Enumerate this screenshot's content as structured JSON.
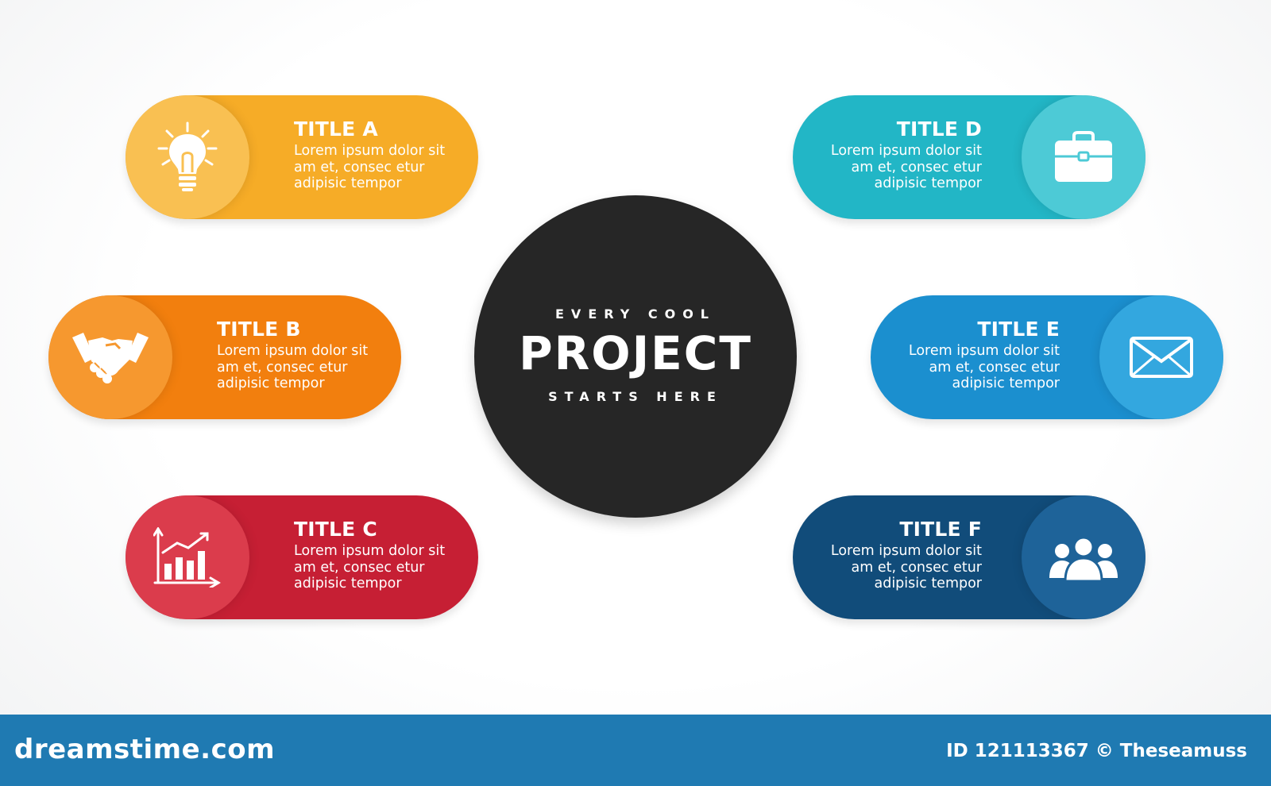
{
  "colors": {
    "a_main": "#f6ac27",
    "a_cap": "#f9c052",
    "b_main": "#f27f0e",
    "b_cap": "#f6982f",
    "c_main": "#c61f34",
    "c_cap": "#db3c4c",
    "d_main": "#22b6c6",
    "d_cap": "#4dcad6",
    "e_main": "#1b8fcf",
    "e_cap": "#33a7df",
    "f_main": "#114c7a",
    "f_cap": "#1e6399",
    "hub": "#262626",
    "footer": "#1f7ab2"
  },
  "hub": {
    "top": "EVERY COOL",
    "big": "PROJECT",
    "bottom": "STARTS HERE"
  },
  "cards": [
    {
      "id": "a",
      "title": "TITLE A",
      "body": "Lorem ipsum dolor sit\nam et, consec etur\nadipisic tempor",
      "icon": "lightbulb-icon"
    },
    {
      "id": "b",
      "title": "TITLE B",
      "body": "Lorem ipsum dolor sit\nam et, consec etur\nadipisic tempor",
      "icon": "handshake-icon"
    },
    {
      "id": "c",
      "title": "TITLE C",
      "body": "Lorem ipsum dolor sit\nam et, consec etur\nadipisic tempor",
      "icon": "bar-chart-icon"
    },
    {
      "id": "d",
      "title": "TITLE D",
      "body": "Lorem ipsum dolor sit\nam et, consec etur\nadipisic tempor",
      "icon": "briefcase-icon"
    },
    {
      "id": "e",
      "title": "TITLE E",
      "body": "Lorem ipsum dolor sit\nam et, consec etur\nadipisic tempor",
      "icon": "envelope-icon"
    },
    {
      "id": "f",
      "title": "TITLE F",
      "body": "Lorem ipsum dolor sit\nam et, consec etur\nadipisic tempor",
      "icon": "users-icon"
    }
  ],
  "footer": {
    "logo": "dreamstime.com",
    "credit": "ID 121113367 © Theseamuss"
  }
}
